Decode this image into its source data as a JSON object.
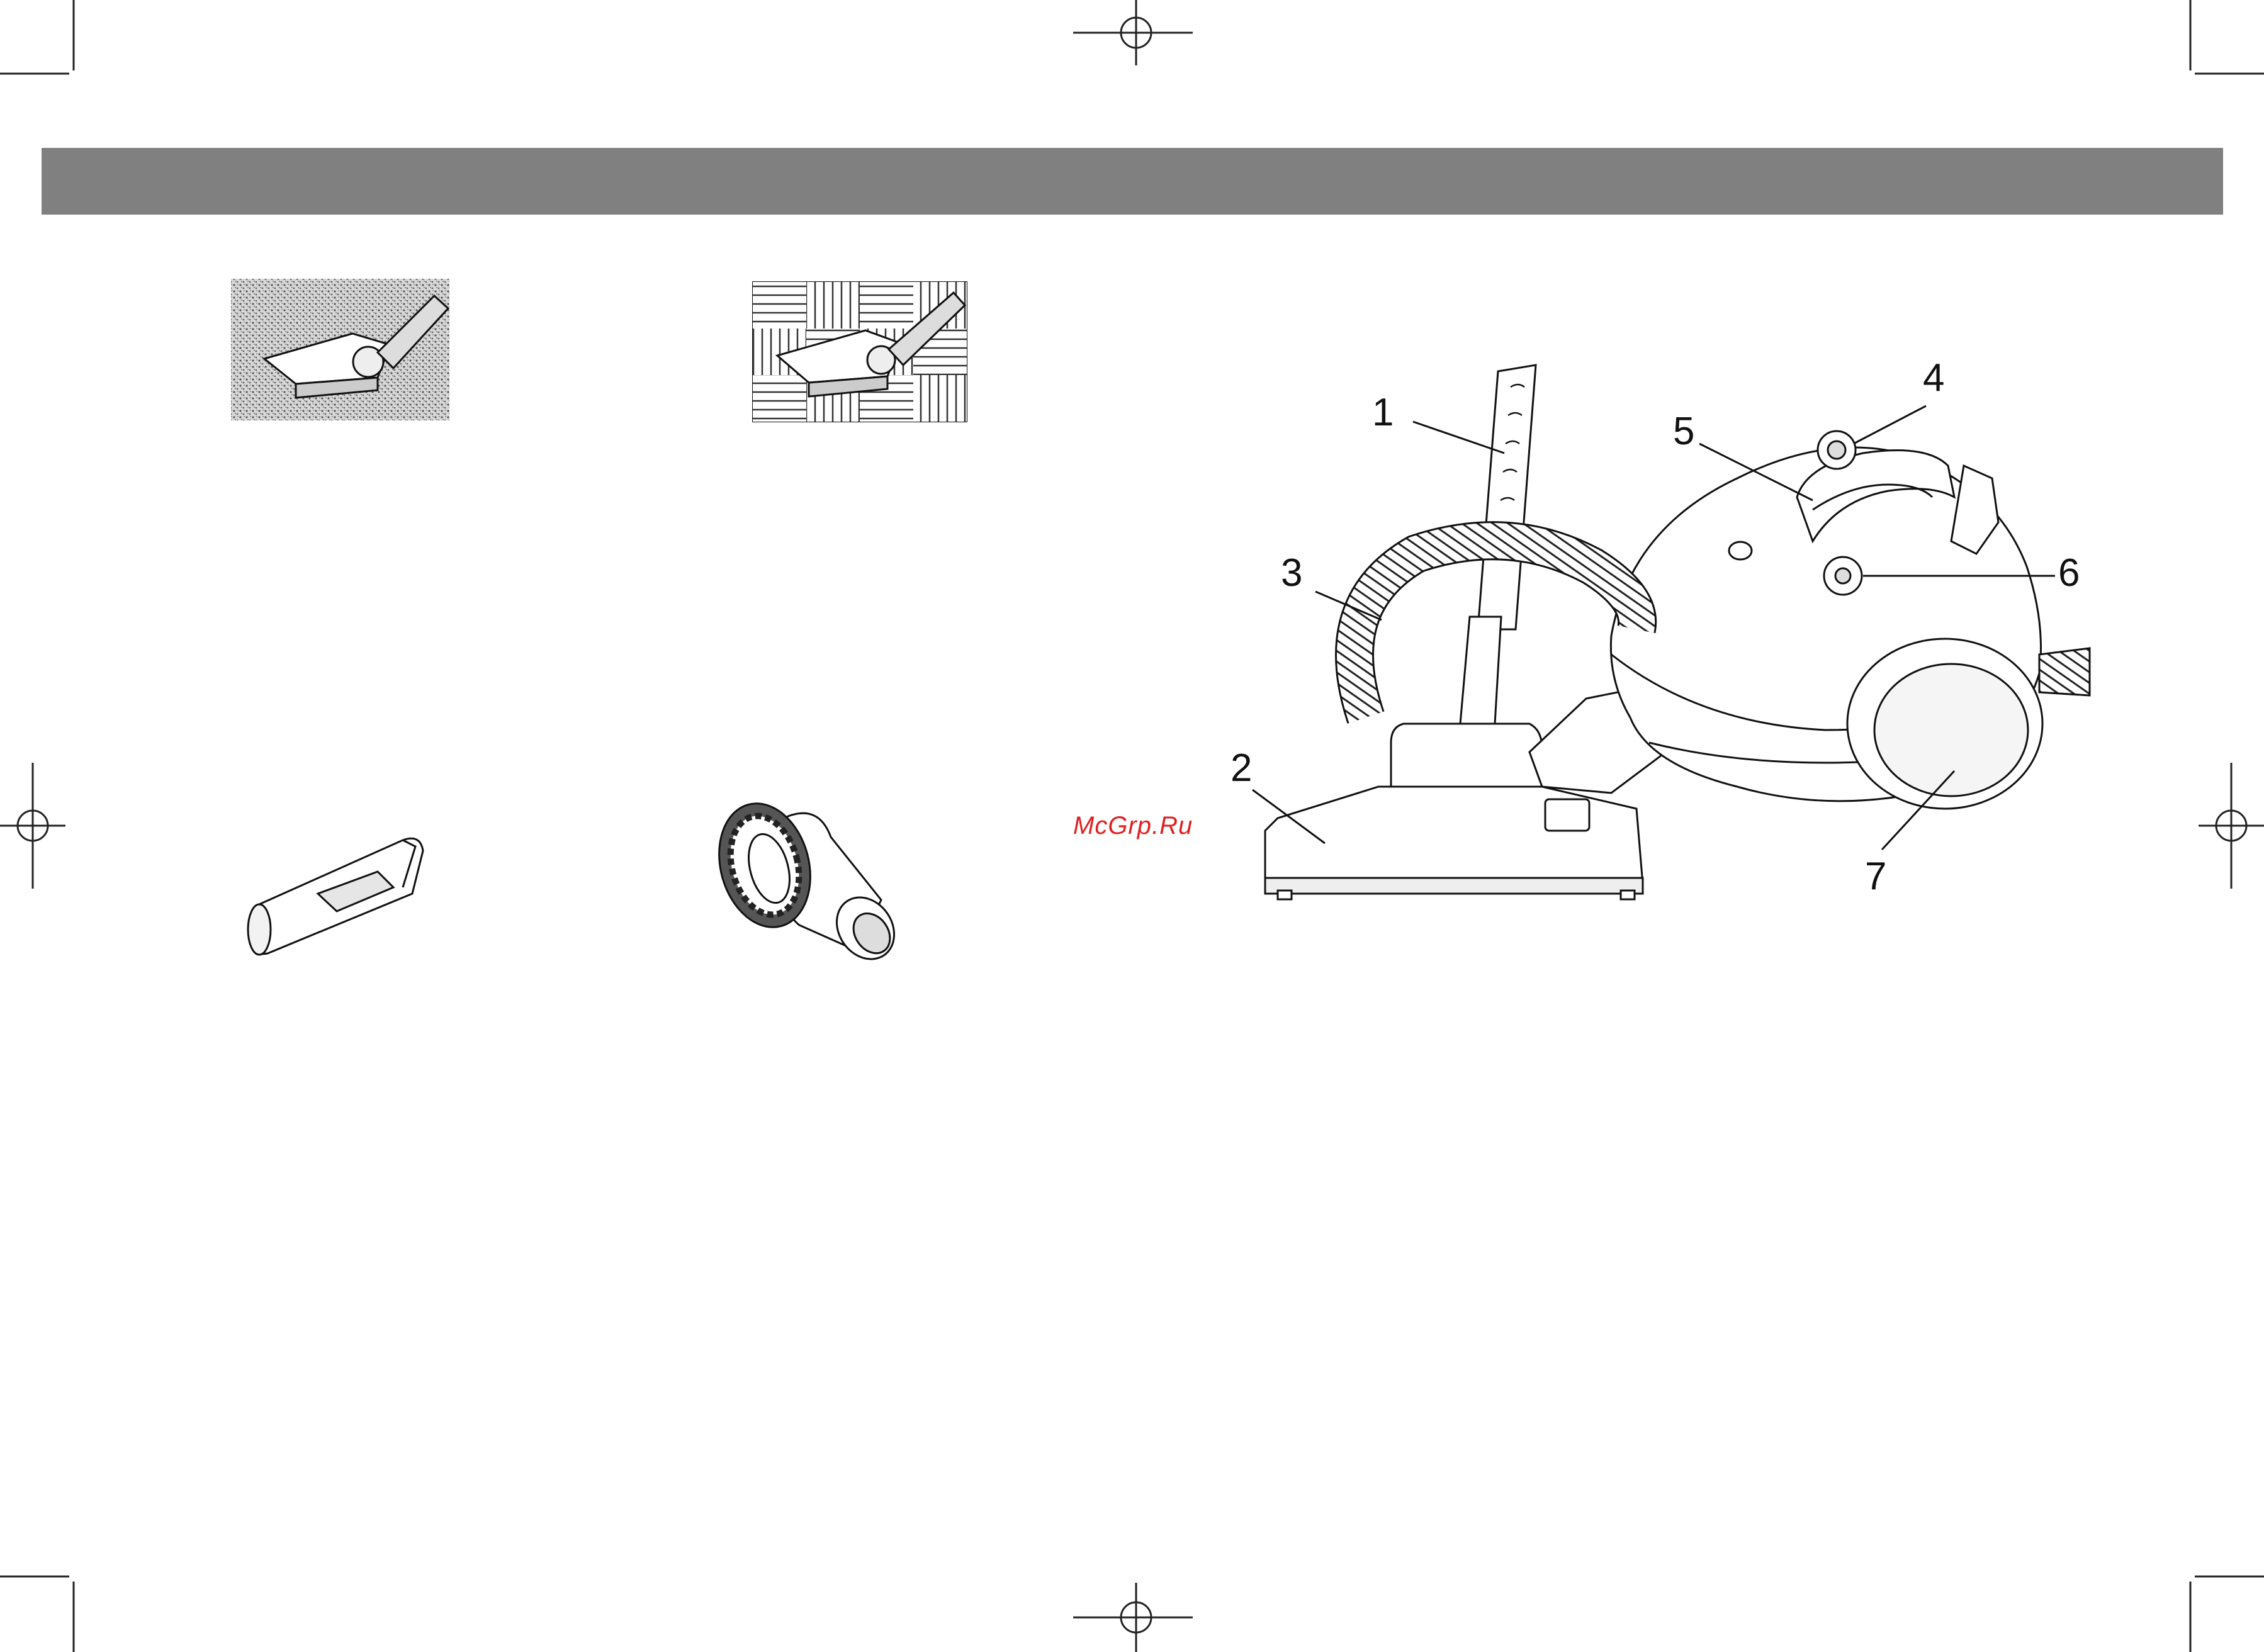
{
  "watermark": "McGrp.Ru",
  "colors": {
    "header_bar": "#808080",
    "line": "#111111",
    "watermark": "#e02020"
  },
  "callouts": [
    {
      "id": "1",
      "label": "1"
    },
    {
      "id": "2",
      "label": "2"
    },
    {
      "id": "3",
      "label": "3"
    },
    {
      "id": "4",
      "label": "4"
    },
    {
      "id": "5",
      "label": "5"
    },
    {
      "id": "6",
      "label": "6"
    },
    {
      "id": "7",
      "label": "7"
    }
  ],
  "figures": {
    "carpet_nozzle": "floor-brush-on-carpet",
    "floor_nozzle": "floor-brush-on-parquet",
    "crevice_tool": "crevice-nozzle",
    "dust_brush": "round-dusting-brush",
    "vacuum": "canister-vacuum-cleaner"
  },
  "icons": {
    "registration_mark": "crop-registration-mark"
  }
}
